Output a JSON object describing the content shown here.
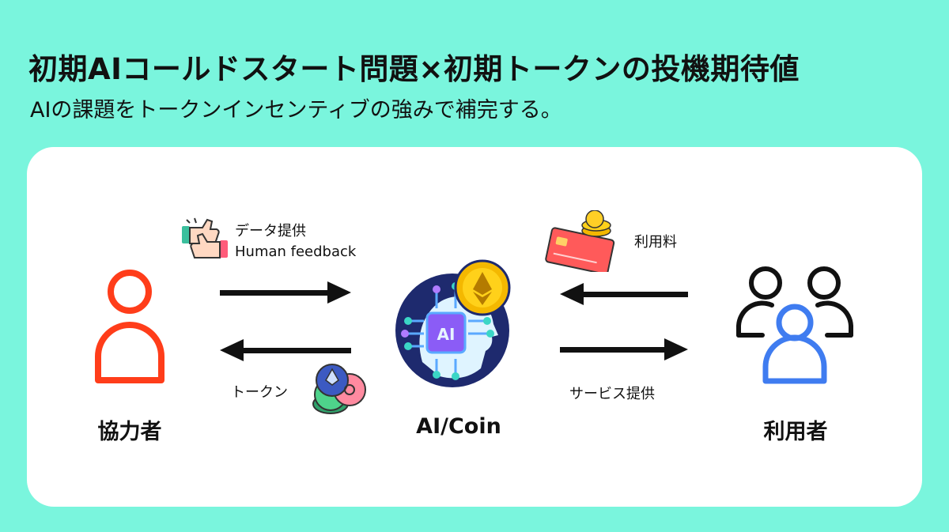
{
  "header": {
    "title": "初期AIコールドスタート問題×初期トークンの投機期待値",
    "subtitle": "AIの課題をトークンインセンティブの強みで補完する。"
  },
  "nodes": {
    "contributor": {
      "label": "協力者"
    },
    "ai": {
      "label": "AI/Coin",
      "chip_text": "AI"
    },
    "user": {
      "label": "利用者"
    }
  },
  "flows": {
    "data": {
      "line1": "データ提供",
      "line2": "Human feedback"
    },
    "token": {
      "label": "トークン"
    },
    "fee": {
      "label": "利用料"
    },
    "service": {
      "label": "サービス提供"
    }
  },
  "colors": {
    "background": "#7af5dd",
    "card": "#ffffff",
    "contributor": "#ff3d1a",
    "user_front": "#3f7cf0",
    "arrow": "#111111"
  }
}
